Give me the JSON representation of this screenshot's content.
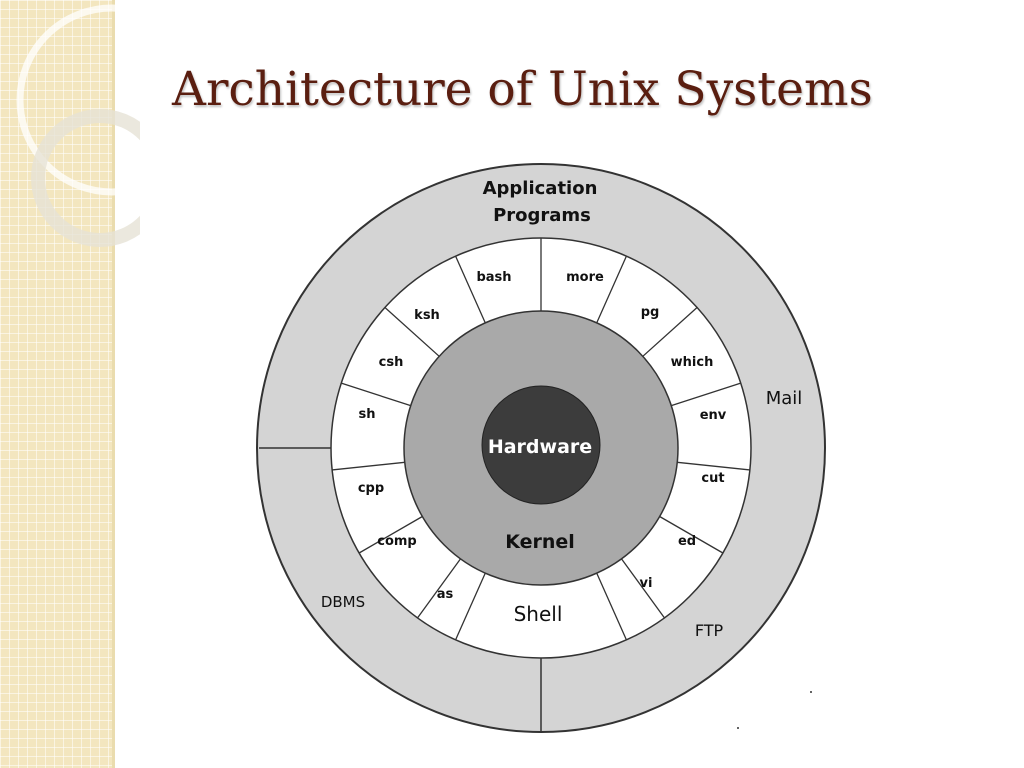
{
  "slide": {
    "title": "Architecture of Unix Systems"
  },
  "diagram": {
    "core": "Hardware",
    "kernel": "Kernel",
    "shell": "Shell",
    "outer_title_line1": "Application",
    "outer_title_line2": "Programs",
    "commands": [
      "bash",
      "more",
      "pg",
      "which",
      "env",
      "cut",
      "ed",
      "vi",
      "as",
      "comp",
      "cpp",
      "sh",
      "csh",
      "ksh"
    ],
    "applications": [
      "Mail",
      "FTP",
      "DBMS"
    ],
    "colors": {
      "core": "#3c3c3c",
      "kernel": "#a9a9a9",
      "shell": "#ffffff",
      "outer": "#d4d4d4",
      "title": "#5a1e10",
      "side_band": "#f3e6bf"
    }
  }
}
